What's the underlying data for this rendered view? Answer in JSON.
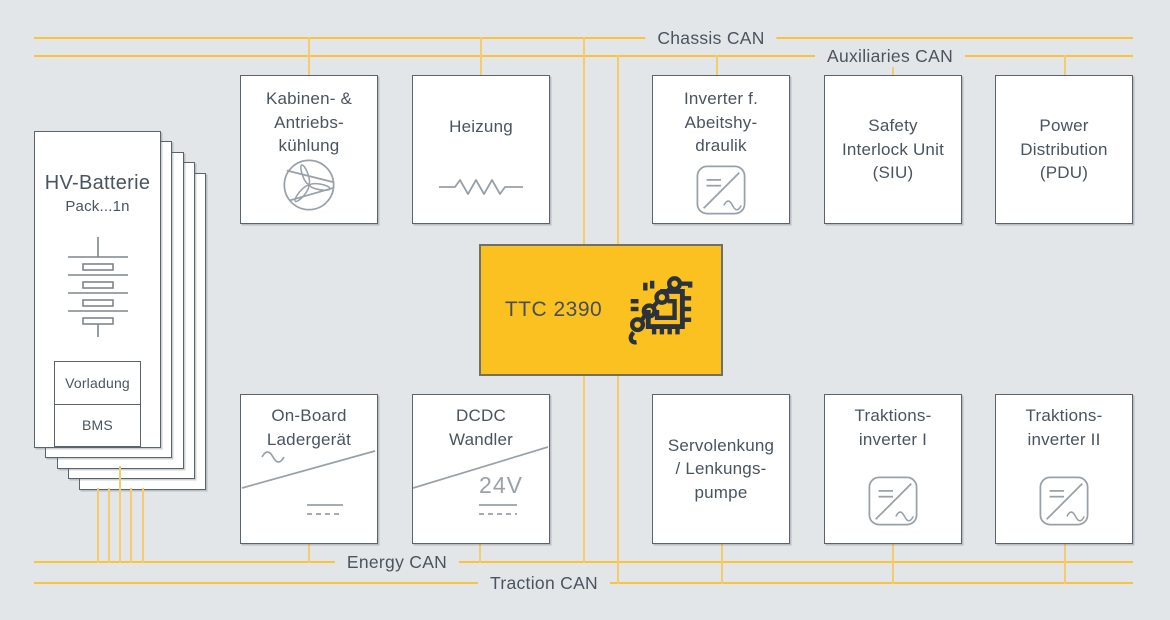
{
  "colors": {
    "bg": "#E3E6E8",
    "box_bg": "#FFFFFF",
    "box_border": "#5B636C",
    "text": "#4A545F",
    "icon_stroke": "#98A0A8",
    "battery_stroke": "#7D858D",
    "bus_line": "#FBC23B",
    "bus_stub": "#F6CB6B",
    "ttc_fill": "#FBC120",
    "ttc_border": "#6F7166",
    "ttc_text": "#454E59",
    "chip_icon": "#2B323C",
    "muted": "#9AA1A8"
  },
  "buses": {
    "chassis": {
      "label": "Chassis CAN"
    },
    "auxiliaries": {
      "label": "Auxiliaries CAN"
    },
    "energy": {
      "label": "Energy CAN"
    },
    "traction": {
      "label": "Traction CAN"
    }
  },
  "battery": {
    "title": "HV-Batterie",
    "subtitle": "Pack...1n",
    "precharge_label": "Vorladung",
    "bms_label": "BMS",
    "stack_count": 5,
    "icon": "battery-cells"
  },
  "controller": {
    "label": "TTC 2390",
    "icon": "microchip"
  },
  "top_row": [
    {
      "id": "cabin-drive-cooling",
      "lines": [
        "Kabinen- &",
        "Antriebs-",
        "kühlung"
      ],
      "icon": "fan"
    },
    {
      "id": "heating",
      "lines": [
        "Heizung"
      ],
      "icon": "resistor"
    },
    {
      "id": "work-hydraulics-inverter",
      "lines": [
        "Inverter f.",
        "Abeitshy-",
        "draulik"
      ],
      "icon": "inverter"
    },
    {
      "id": "safety-interlock-unit",
      "lines": [
        "Safety",
        "Interlock Unit",
        "(SIU)"
      ],
      "icon": null
    },
    {
      "id": "power-distribution",
      "lines": [
        "Power",
        "Distribution",
        "(PDU)"
      ],
      "icon": null
    }
  ],
  "bottom_row": [
    {
      "id": "onboard-charger",
      "lines": [
        "On-Board",
        "Ladergerät"
      ],
      "icon": "ac-dc-converter"
    },
    {
      "id": "dcdc-converter",
      "lines": [
        "DCDC",
        "Wandler"
      ],
      "voltage_label": "24V",
      "icon": "dc-dc-converter"
    },
    {
      "id": "power-steering",
      "lines": [
        "Servolenkung",
        "/ Lenkungs-",
        "pumpe"
      ],
      "icon": null
    },
    {
      "id": "traction-inverter-1",
      "lines": [
        "Traktions-",
        "inverter I"
      ],
      "icon": "inverter"
    },
    {
      "id": "traction-inverter-2",
      "lines": [
        "Traktions-",
        "inverter II"
      ],
      "icon": "inverter"
    }
  ],
  "connections": {
    "chassis_can": [
      "cabin-drive-cooling",
      "heating",
      "ttc-2390"
    ],
    "auxiliaries_can": [
      "work-hydraulics-inverter",
      "safety-interlock-unit",
      "power-distribution",
      "ttc-2390"
    ],
    "energy_can": [
      "hv-battery-packs",
      "onboard-charger",
      "dcdc-converter",
      "ttc-2390"
    ],
    "traction_can": [
      "power-steering",
      "traction-inverter-1",
      "traction-inverter-2",
      "ttc-2390"
    ]
  }
}
